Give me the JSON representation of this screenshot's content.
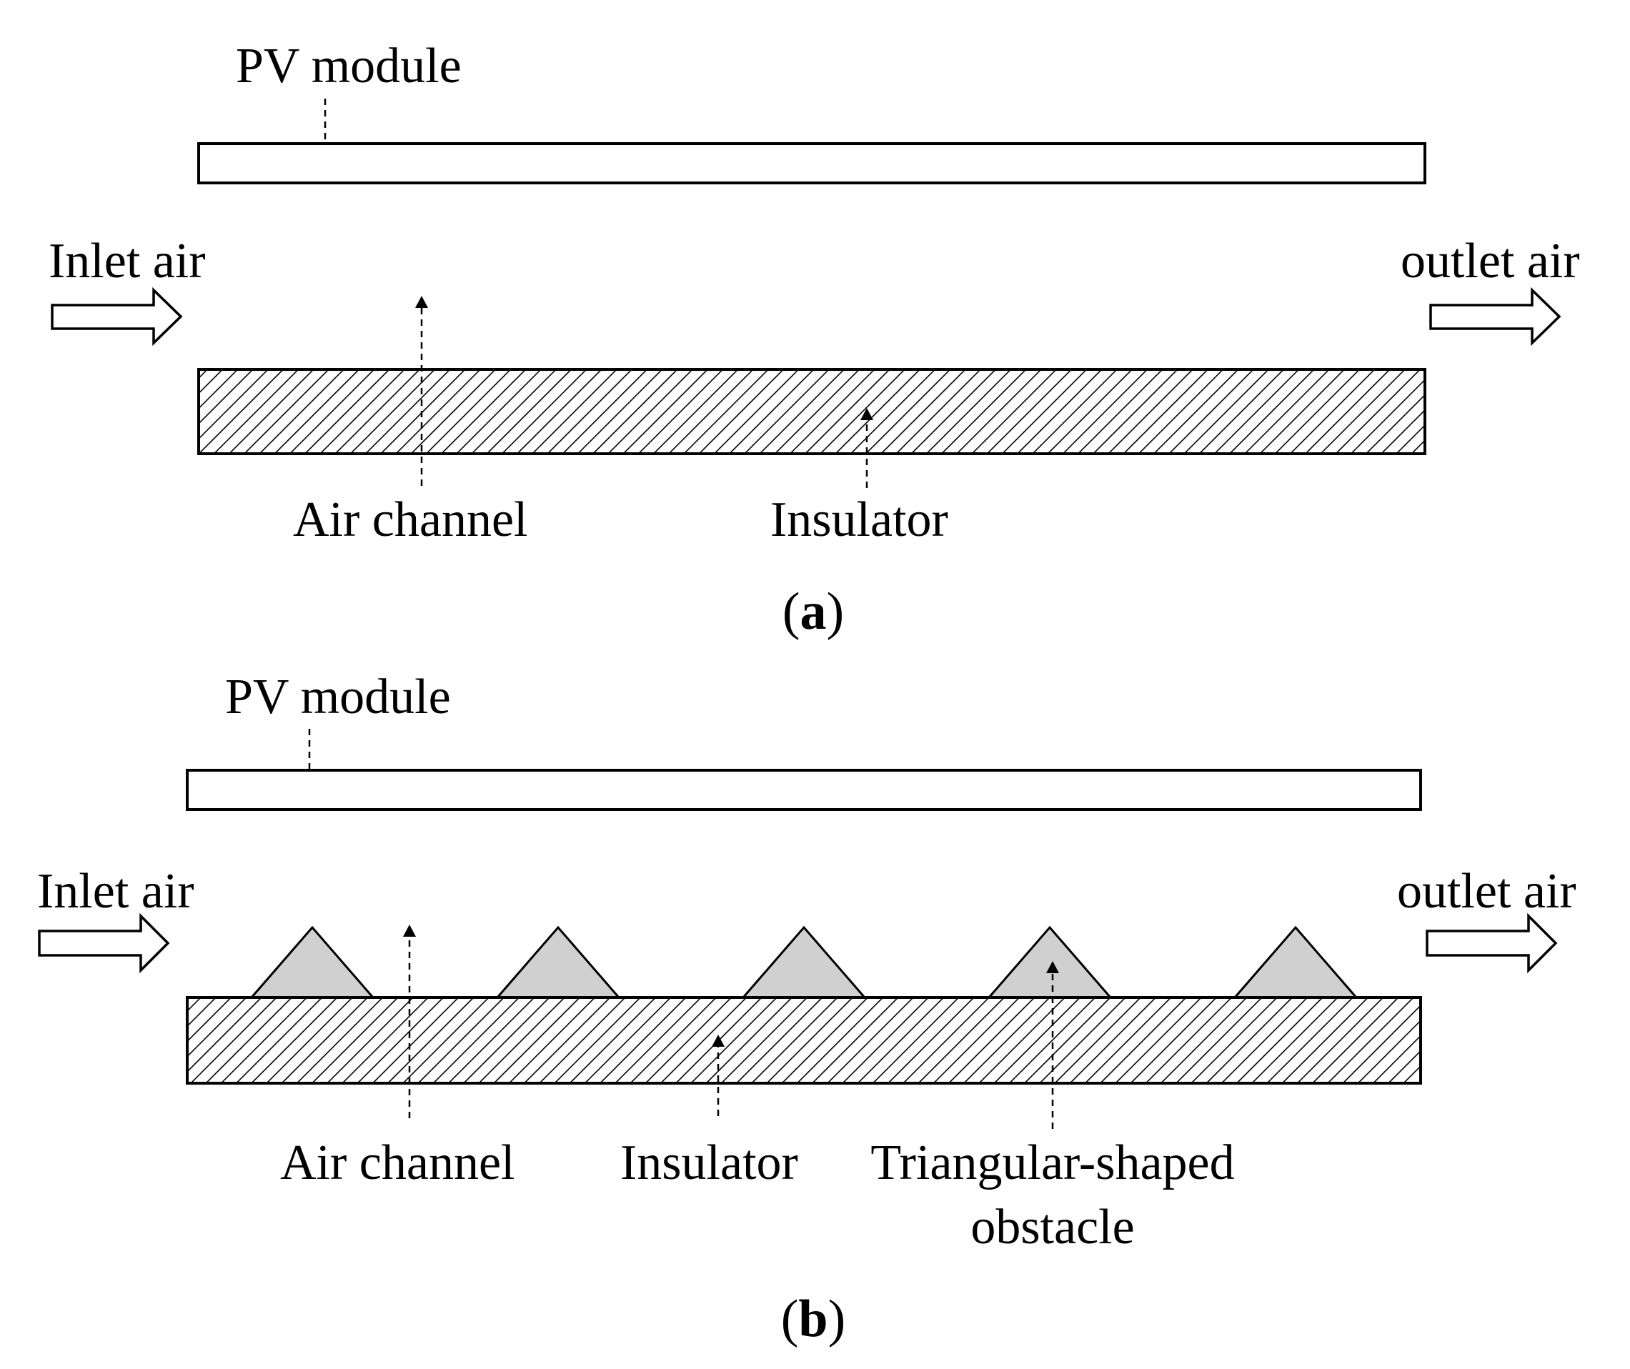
{
  "panel_a": {
    "pv_label": "PV module",
    "inlet_label": "Inlet air",
    "outlet_label": "outlet air",
    "channel_label": "Air channel",
    "insulator_label": "Insulator",
    "caption_open": "(",
    "caption_letter": "a",
    "caption_close": ")"
  },
  "panel_b": {
    "pv_label": "PV module",
    "inlet_label": "Inlet air",
    "outlet_label": "outlet air",
    "channel_label": "Air channel",
    "insulator_label": "Insulator",
    "obstacle_label_line1": "Triangular-shaped",
    "obstacle_label_line2": "obstacle",
    "caption_open": "(",
    "caption_letter": "b",
    "caption_close": ")",
    "obstacle_count": 5
  },
  "colors": {
    "obstacle_fill": "#d0d0d0",
    "line": "#000000",
    "background": "#ffffff"
  }
}
